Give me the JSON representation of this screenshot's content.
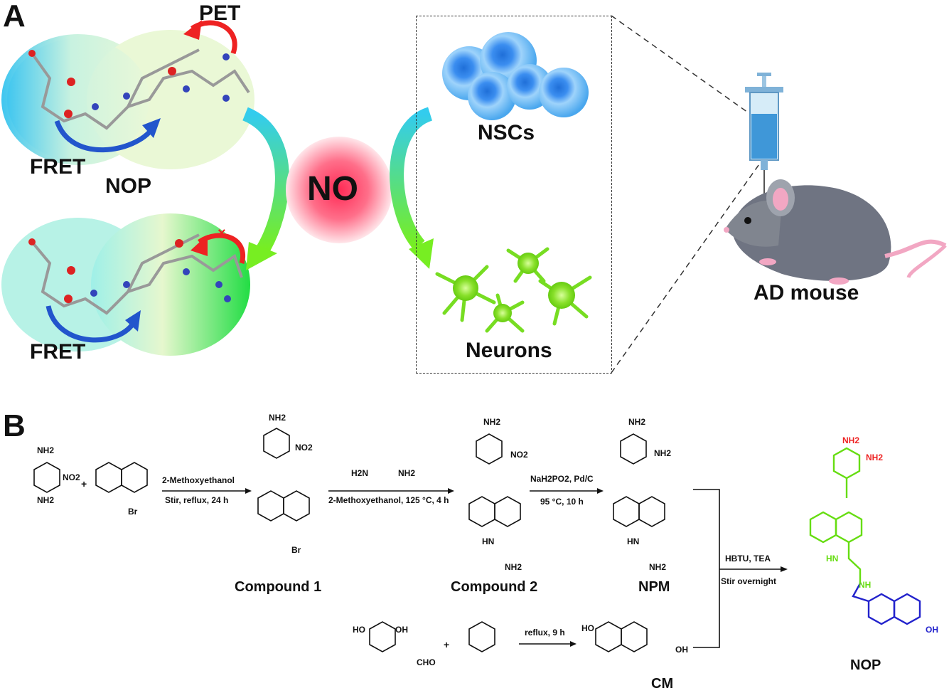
{
  "panel_a": {
    "letter": "A",
    "pet": "PET",
    "fret_top": "FRET",
    "nop": "NOP",
    "fret_bottom": "FRET",
    "no": "NO",
    "nscs": "NSCs",
    "neurons": "Neurons",
    "ad_mouse": "AD mouse"
  },
  "panel_b": {
    "letter": "B",
    "reactant_nh2_top": "NH2",
    "reactant_no2": "NO2",
    "reactant_nh2_bottom": "NH2",
    "plus1": "+",
    "anhydride_br": "Br",
    "step1_top": "2-Methoxyethanol",
    "step1_bottom": "Stir, reflux, 24 h",
    "c1_nh2": "NH2",
    "c1_no2": "NO2",
    "c1_br": "Br",
    "compound1": "Compound 1",
    "step2_reagent_left": "H2N",
    "step2_reagent_right": "NH2",
    "step2_bottom": "2-Methoxyethanol, 125 °C, 4 h",
    "c2_nh2": "NH2",
    "c2_no2": "NO2",
    "c2_hn": "HN",
    "c2_nh2_tail": "NH2",
    "compound2": "Compound 2",
    "step3_top": "NaH2PO2, Pd/C",
    "step3_bottom": "95 °C, 10 h",
    "npm_nh2_a": "NH2",
    "npm_nh2_b": "NH2",
    "npm_hn": "HN",
    "npm_nh2_tail": "NH2",
    "npm": "NPM",
    "step4_top": "HBTU, TEA",
    "step4_bottom": "Stir overnight",
    "nop_nh2_a": "NH2",
    "nop_nh2_b": "NH2",
    "nop_hn": "HN",
    "nop_nh": "NH",
    "nop_oh": "OH",
    "nop": "NOP",
    "ald_ho": "HO",
    "ald_oh": "OH",
    "ald_cho": "CHO",
    "plus2": "+",
    "step5_top": "reflux, 9 h",
    "cm_ho": "HO",
    "cm_oh": "OH",
    "cm": "CM"
  },
  "colors": {
    "green": "#66dd11",
    "red": "#ee2222",
    "blue": "#2222cc",
    "no_core": "#ee2244"
  }
}
